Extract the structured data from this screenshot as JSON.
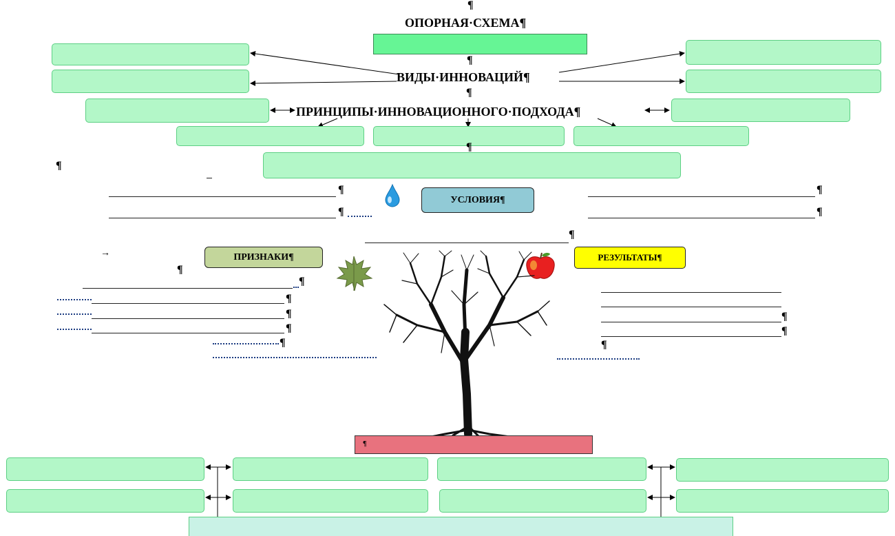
{
  "title": "ОПОРНАЯ·СХЕМА¶",
  "types_heading": "ВИДЫ·ИННОВАЦИЙ¶",
  "principles_heading": "ПРИНЦИПЫ·ИННОВАЦИОННОГО·ПОДХОДА¶",
  "conditions_label": "УСЛОВИЯ¶",
  "signs_label": "ПРИЗНАКИ¶",
  "results_label": "РЕЗУЛЬТАТЫ¶",
  "pilcrow": "¶",
  "tab_arrow": "→",
  "colors": {
    "box_fill": "#b3f7c8",
    "box_border": "#5ccf83",
    "title_box": "#66f595",
    "conditions_btn": "#91cad6",
    "signs_btn": "#c3d69b",
    "results_btn": "#ffff00",
    "root_box": "#e8727e",
    "bottom_box": "#c9f2e6"
  }
}
